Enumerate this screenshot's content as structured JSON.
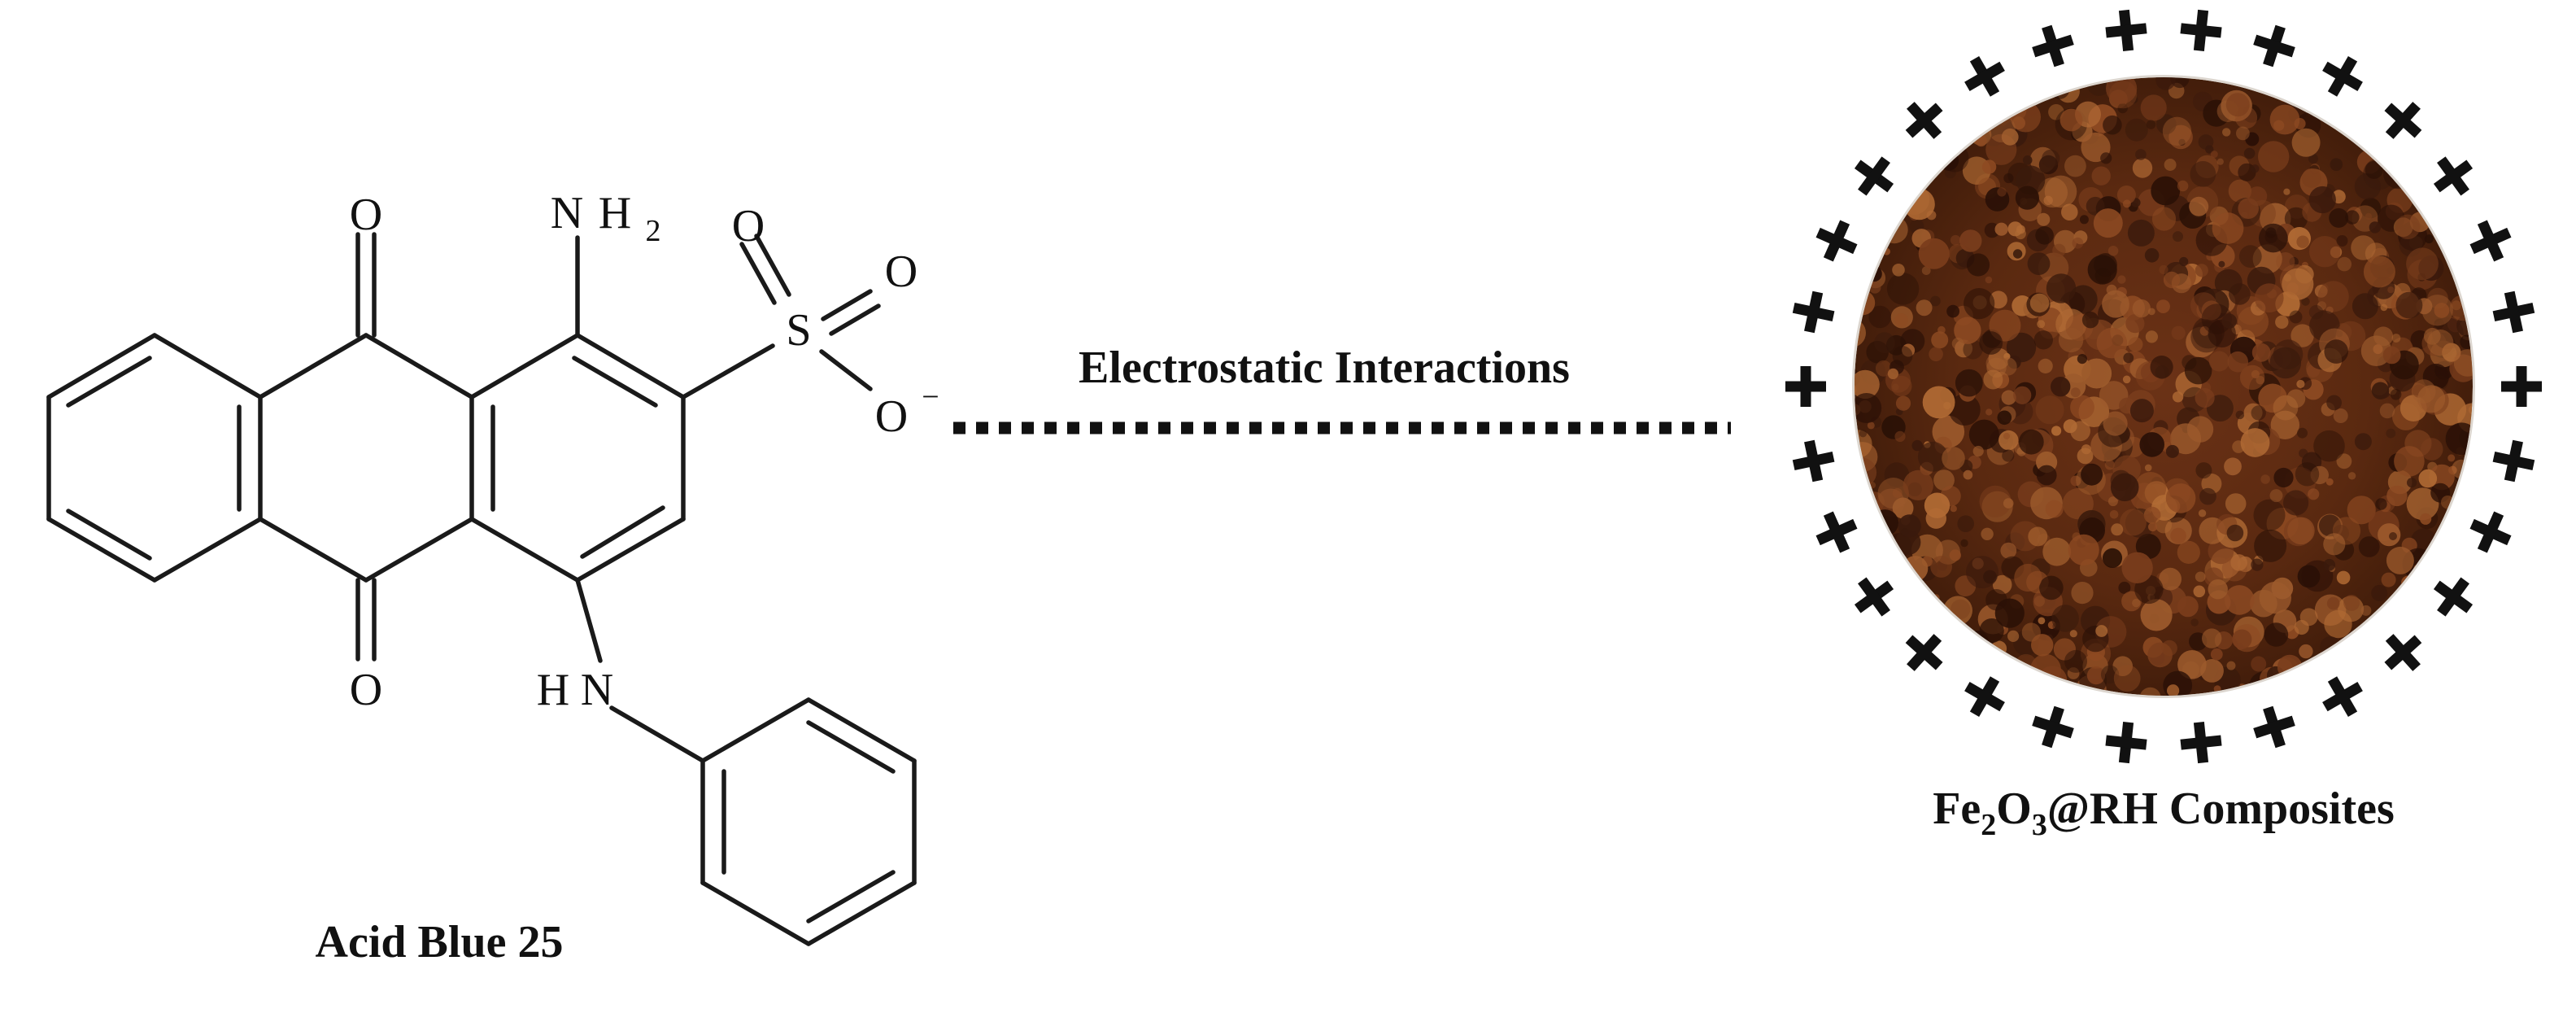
{
  "molecule": {
    "name": "Acid Blue 25",
    "labels": {
      "O_top": "O",
      "O_bottom": "O",
      "N_amino": "N",
      "H_amino": "H",
      "amino_sub": "2",
      "N_anilino": "N",
      "H_anilino": "H",
      "S": "S",
      "O_sulfonyl_left": "O",
      "O_sulfonyl_right": "O",
      "O_anion": "O",
      "charge": "−"
    }
  },
  "interaction": {
    "label": "Electrostatic Interactions",
    "line_style": "dotted"
  },
  "composite": {
    "formula": {
      "part1": "Fe",
      "sub1": "2",
      "part2": "O",
      "sub2": "3",
      "part3": "@RH Composites"
    },
    "surface_charge": "+",
    "charge_count": 30,
    "image_description_icon": "brown-granular-particle-texture"
  },
  "colors": {
    "ink": "#111111",
    "particle_dark": "#3a1a0c",
    "particle_mid": "#7a3d1c",
    "particle_light": "#b06a34"
  }
}
